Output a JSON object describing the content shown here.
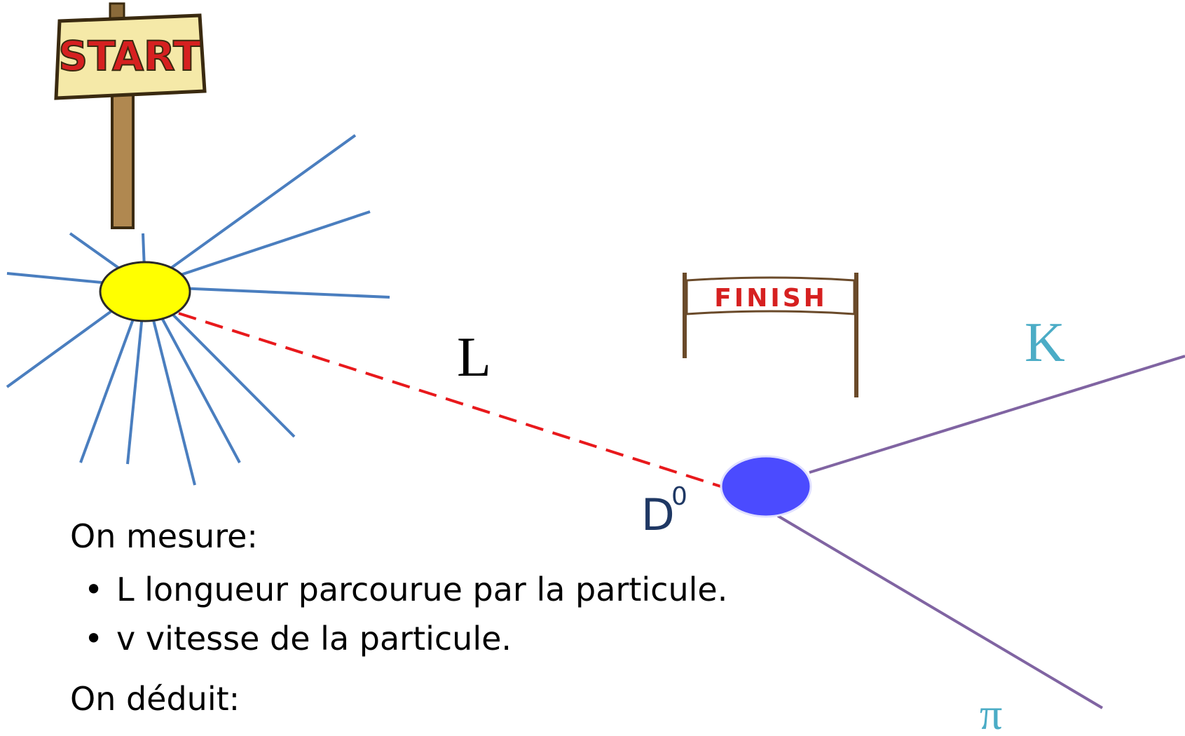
{
  "signs": {
    "start": "START",
    "finish": "FINISH"
  },
  "labels": {
    "length": "L",
    "particle": "D",
    "particle_superscript": "0",
    "kaon": "K",
    "pion": "π"
  },
  "text": {
    "measure_heading": "On mesure:",
    "measure_items": [
      "L longueur parcourue par la particule.",
      "v vitesse de la particule."
    ],
    "deduce_heading": "On déduit:",
    "bullet_symbol": "•"
  },
  "colors": {
    "rays": "#4a7ebf",
    "vertex_fill": "#ffff00",
    "decay_vertex_fill": "#4b4bff",
    "dashed_track": "#e8191c",
    "decay_tracks": "#8064a2",
    "final_state_labels": "#4bacc6",
    "particle_label": "#1f3864",
    "sign_board": "#f5e9a8",
    "sign_text": "#d62020"
  }
}
